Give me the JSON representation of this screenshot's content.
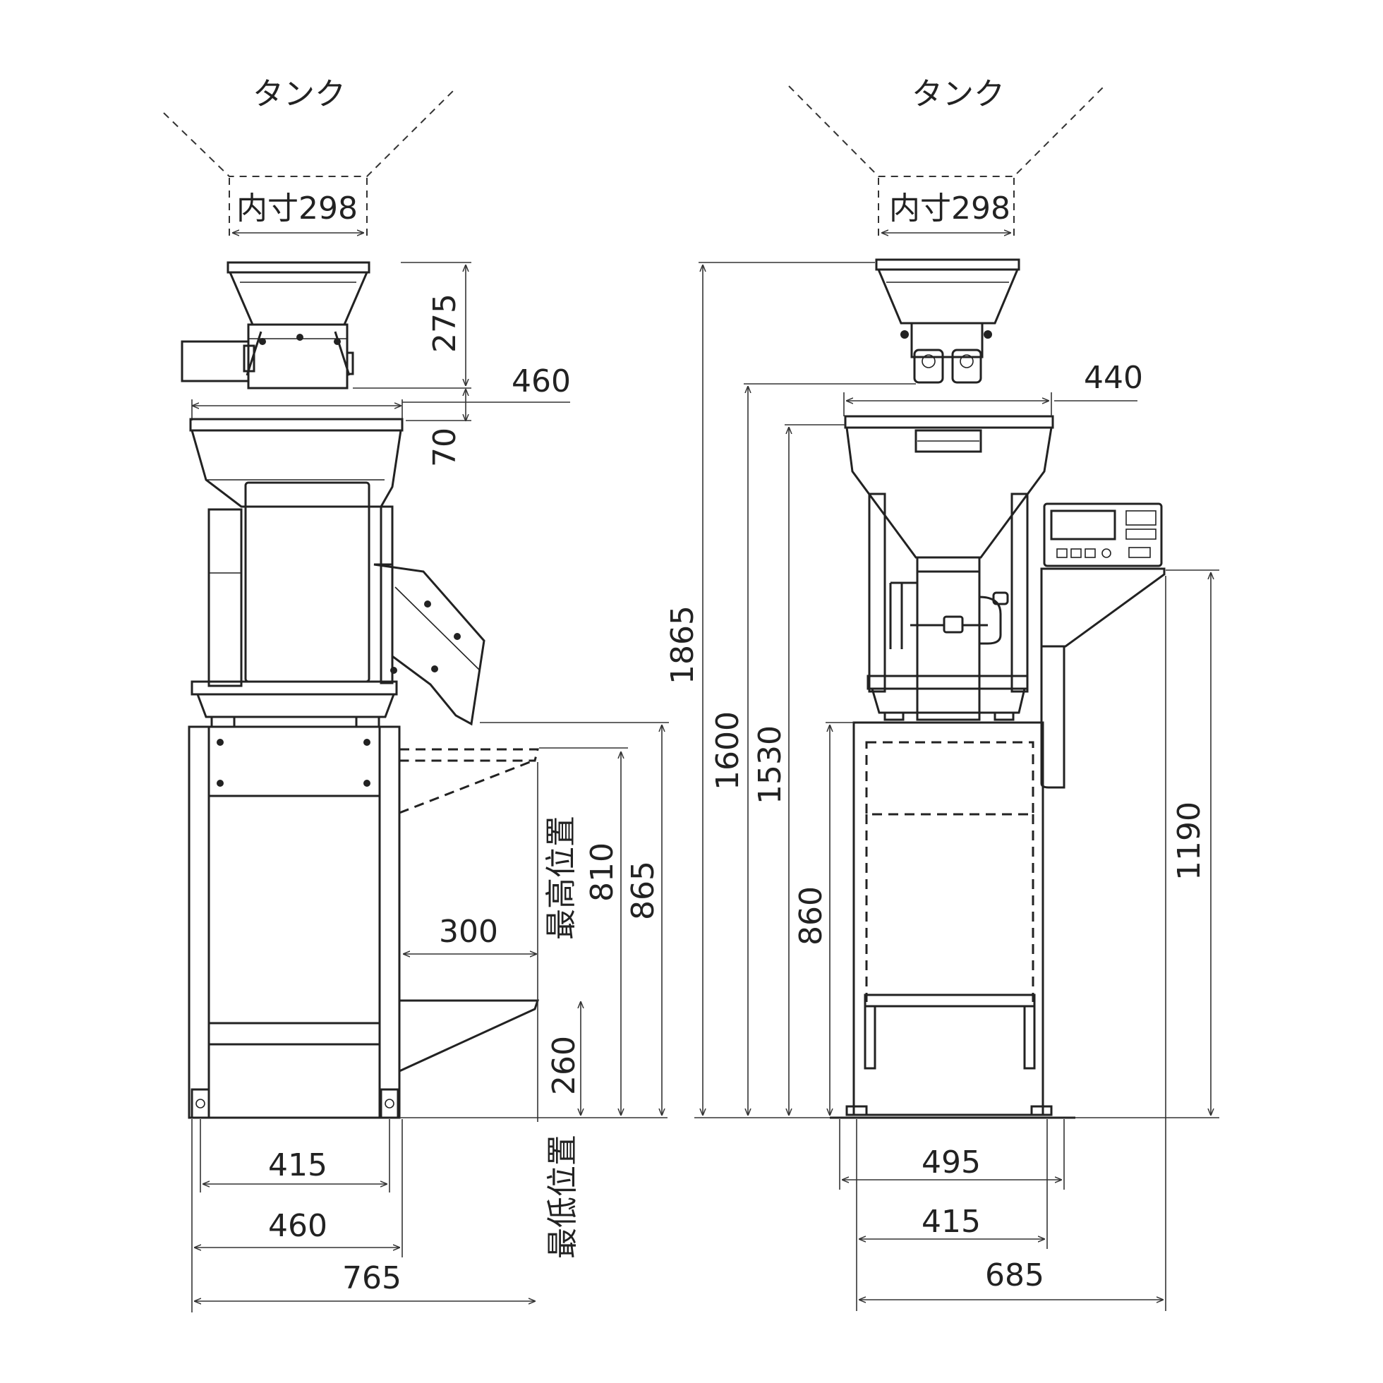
{
  "left_view": {
    "tank_label": "タンク",
    "inner_size": "内寸298",
    "hopper_height": "275",
    "top_width": "460",
    "gap_height": "70",
    "max_position": "最高位置",
    "min_position": "最低位置",
    "h_810": "810",
    "h_865": "865",
    "chute_length": "300",
    "h_260": "260",
    "w_415": "415",
    "w_460": "460",
    "w_765": "765"
  },
  "right_view": {
    "tank_label": "タンク",
    "inner_size": "内寸298",
    "top_width": "440",
    "h_1865": "1865",
    "h_1600": "1600",
    "h_1530": "1530",
    "h_860": "860",
    "h_1190": "1190",
    "w_495": "495",
    "w_415": "415",
    "w_685": "685"
  }
}
